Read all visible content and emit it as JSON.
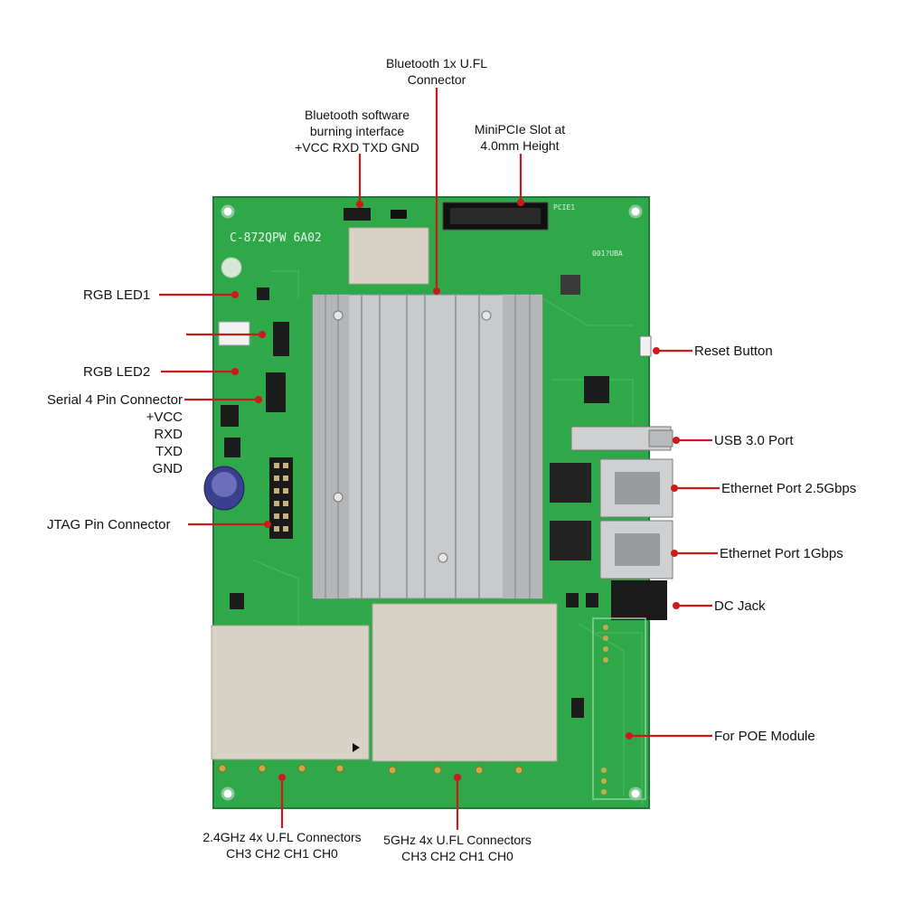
{
  "board": {
    "silkscreen_model": "C-872QPW 6A02",
    "silkscreen_code": "001?UBA",
    "pcie_label": "PCIE1"
  },
  "labels": {
    "bt_ufl": [
      "Bluetooth 1x U.FL",
      "Connector"
    ],
    "bt_burn": [
      "Bluetooth software",
      "burning interface",
      "+VCC RXD TXD GND"
    ],
    "minipcie": [
      "MiniPCIe Slot at",
      "4.0mm Height"
    ],
    "rgb_led1": "RGB LED1",
    "rgb_led2": "RGB LED2",
    "serial": [
      "Serial 4 Pin Connector",
      "+VCC",
      "RXD",
      "TXD",
      "GND"
    ],
    "jtag": "JTAG Pin Connector",
    "reset": "Reset Button",
    "usb": "USB 3.0 Port",
    "eth25": "Ethernet Port 2.5Gbps",
    "eth1": "Ethernet Port 1Gbps",
    "dc": "DC Jack",
    "poe": "For POE Module",
    "ufl24": [
      "2.4GHz 4x U.FL Connectors",
      "CH3 CH2 CH1 CH0"
    ],
    "ufl5": [
      "5GHz 4x U.FL Connectors",
      "CH3 CH2 CH1 CH0"
    ]
  },
  "colors": {
    "pcb": "#2fa84a",
    "pcb_dark": "#23883a",
    "heatsink": "#c9cacc",
    "shield": "#d8d3c6",
    "leader": "#cc1a1a"
  }
}
